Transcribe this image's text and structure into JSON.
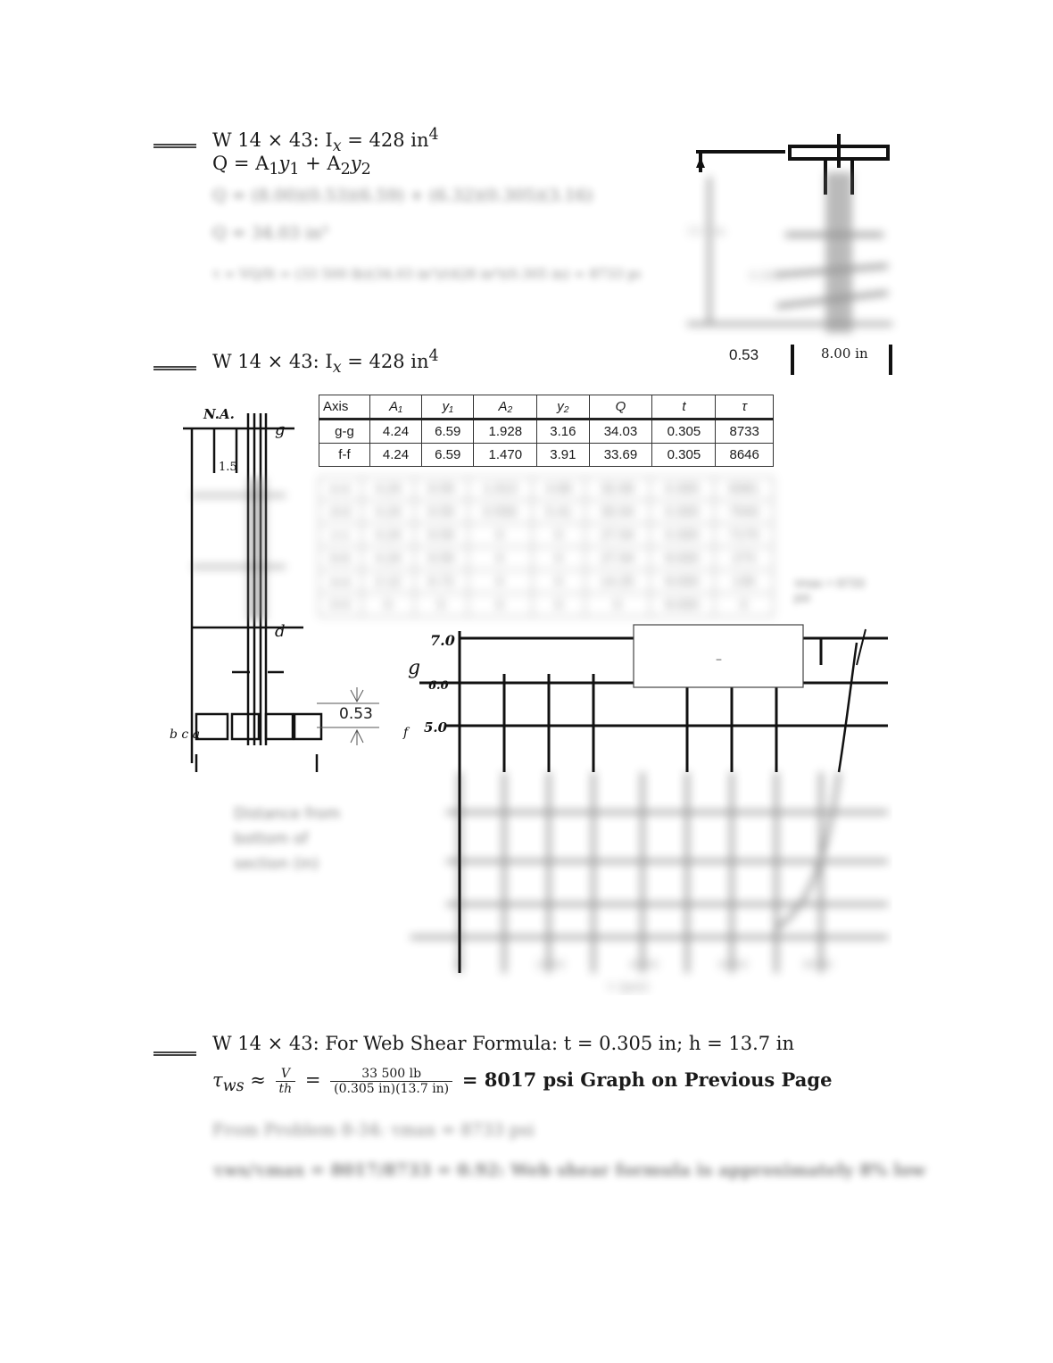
{
  "section1": {
    "line1": "W 14 × 43: I",
    "line1_sub": "x",
    "line1_rest": " = 428 in",
    "line1_sup": "4",
    "line2": "Q = A",
    "line2_a": "1",
    "line2_b": "y",
    "line2_c": "1",
    "line2_d": " + A",
    "line2_e": "2",
    "line2_f": "y",
    "line2_g": "2",
    "blur_line1": "Q = (8.00)(0.53)(6.59) + (6.32)(0.305)(3.16)",
    "blur_line2": "Q = 34.03 in³",
    "blur_line3": "τ = VQ/It = (33 500 lb)(34.03 in³)/(428 in⁴)(0.305 in) = 8733 psi at g-g",
    "fig_label_h": "13.7 in",
    "fig_label_t": "0.305",
    "fig_label_tf": "0.53",
    "fig_label_b": "8.00 in"
  },
  "section2": {
    "line1": "W 14 × 43: I",
    "line1_sub": "x",
    "line1_rest": " = 428 in",
    "line1_sup": "4",
    "fig_na": "N.A.",
    "fig_g": "g",
    "fig_15": "1.5",
    "fig_d": "d",
    "fig_053": "0.53",
    "fig_bca": "b c a",
    "table": {
      "headers": [
        "Axis",
        "A₁",
        "y₁",
        "A₂",
        "y₂",
        "Q",
        "t",
        "τ"
      ],
      "rows": [
        [
          "g-g",
          "4.24",
          "6.59",
          "1.928",
          "3.16",
          "34.03",
          "0.305",
          "8733"
        ],
        [
          "f-f",
          "4.24",
          "6.59",
          "1.470",
          "3.91",
          "33.69",
          "0.305",
          "8646"
        ]
      ],
      "blurred_rows": [
        [
          "e-e",
          "4.24",
          "6.59",
          "1.013",
          "4.66",
          "32.66",
          "0.305",
          "8381"
        ],
        [
          "d-d",
          "4.24",
          "6.59",
          "0.556",
          "5.41",
          "30.94",
          "0.305",
          "7940"
        ],
        [
          "c-c",
          "4.24",
          "6.59",
          "0",
          "0",
          "27.94",
          "0.305",
          "7170"
        ],
        [
          "b-b",
          "4.24",
          "6.59",
          "0",
          "0",
          "27.94",
          "8.000",
          "273"
        ],
        [
          "a-a",
          "2.12",
          "6.72",
          "0",
          "0",
          "14.25",
          "8.000",
          "136"
        ],
        [
          "0-0",
          "0",
          "0",
          "0",
          "0",
          "0",
          "8.000",
          "0"
        ]
      ],
      "side_note": "τmax = 8733 psi"
    },
    "graph": {
      "y_ticks": [
        "7.0",
        "6.0",
        "5.0"
      ],
      "y_label_g": "g",
      "y_label_f": "f",
      "box_text": "–",
      "ylabel": "Distance from bottom of section (in)",
      "xlabel": "τ (psi)",
      "x_ticks_blur": [
        "0",
        "2000",
        "4000",
        "6000",
        "8000"
      ]
    }
  },
  "section3": {
    "line1_a": "W 14 × 43: For Web Shear Formula: t = 0.305 in;  h = 13.7 in",
    "tau": "τ",
    "tau_sub": "ws",
    "approx": " ≈ ",
    "v": "V",
    "th": "th",
    "eq": " = ",
    "num": "33 500 lb",
    "den": "(0.305 in)(13.7 in)",
    "result": "= 8017 psi  Graph on Previous Page",
    "blur_line1": "From Problem 8-34: τmax = 8733 psi",
    "blur_line2": "τws/τmax = 8017/8733 = 0.92: Web shear formula is approximately 8% low"
  }
}
